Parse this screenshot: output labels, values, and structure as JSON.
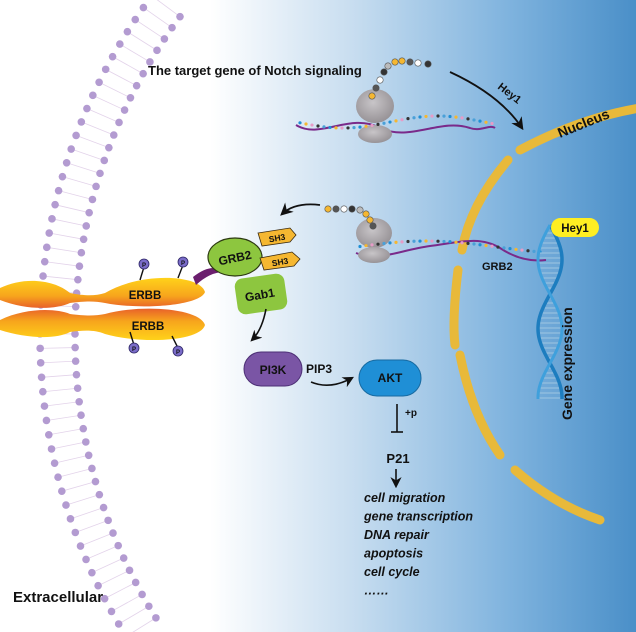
{
  "title": "The target gene of Notch signaling",
  "labels": {
    "nucleus": "Nucleus",
    "extracellular": "Extracellular",
    "gene_expression": "Gene expression",
    "hey1_arrow": "Hey1",
    "hey1_badge": "Hey1",
    "grb2_mrna": "GRB2",
    "pip3": "PIP3",
    "plus_p": "+p",
    "p21": "P21"
  },
  "proteins": {
    "erbb_top": "ERBB",
    "erbb_bottom": "ERBB",
    "grb2": "GRB2",
    "sh3_top": "SH3",
    "sh3_bottom": "SH3",
    "gab1": "Gab1",
    "pi3k": "PI3K",
    "akt": "AKT",
    "phospho": "P"
  },
  "outcomes": [
    "cell migration",
    "gene transcription",
    "DNA repair",
    "apoptosis",
    "cell cycle",
    "……"
  ],
  "colors": {
    "background_left": "#ffffff",
    "background_right": "#4a90c8",
    "nucleus_envelope": "#e8b93a",
    "erbb": "#f5a51c",
    "grb2": "#8dc63f",
    "sh3": "#f5b731",
    "gab1": "#8dc63f",
    "pi3k": "#7a55a5",
    "akt": "#1f8fd6",
    "hey1_badge": "#ffee22",
    "membrane_head": "#b39bd1",
    "ribosome": "#a7a3a6",
    "mrna": "#7a2a8a"
  }
}
